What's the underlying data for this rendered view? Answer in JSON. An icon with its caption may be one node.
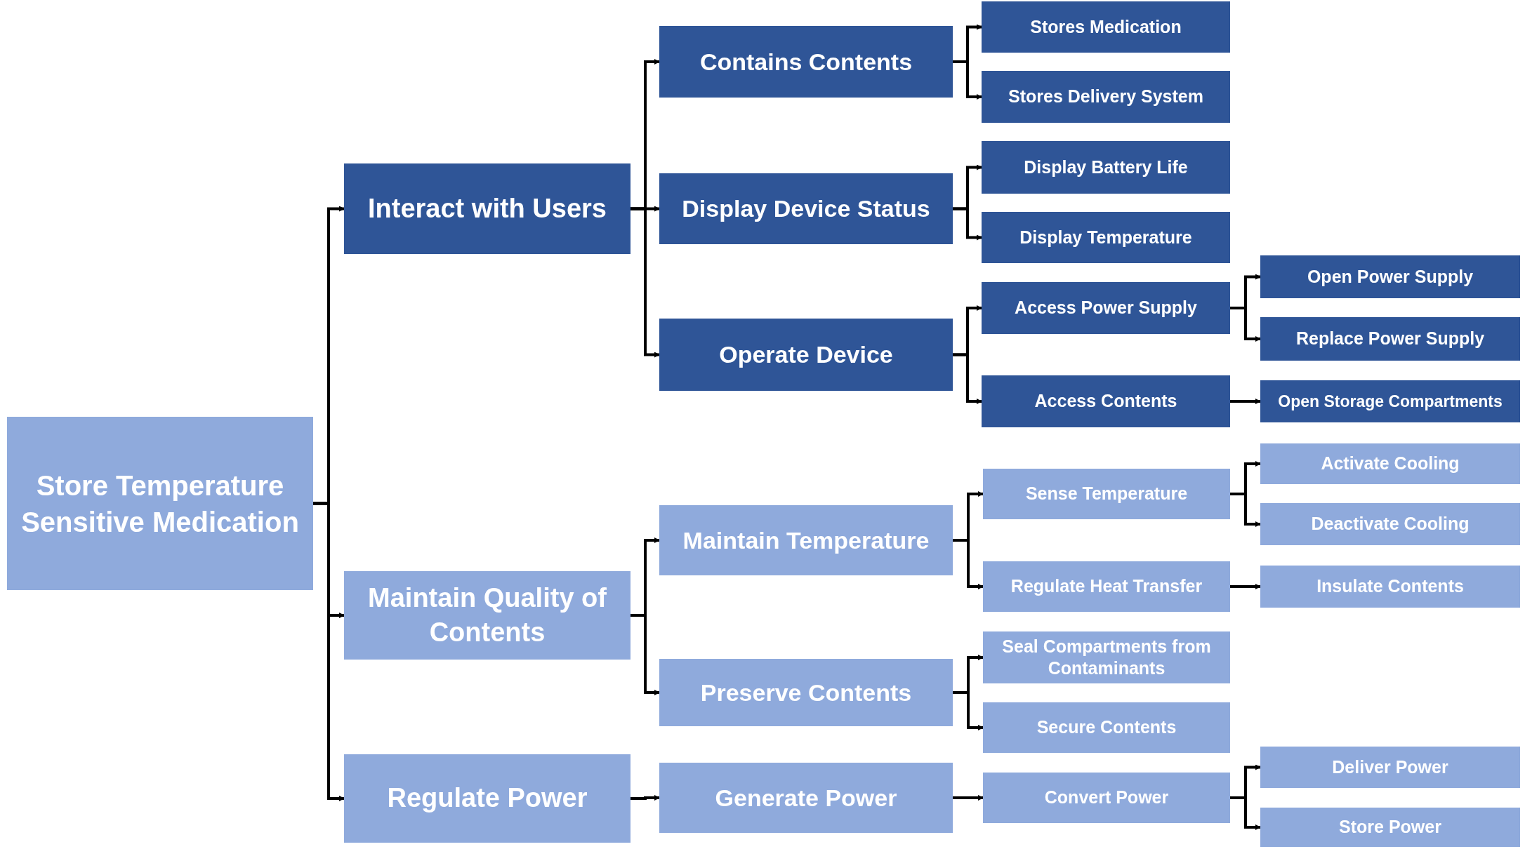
{
  "diagram": {
    "nodes": [
      {
        "text": [
          "Store Temperature Sensitive Medication"
        ]
      },
      {
        "text": [
          "Interact with Users"
        ]
      },
      {
        "text": [
          "Contains Contents"
        ]
      },
      {
        "text": [
          "Stores Medication"
        ]
      },
      {
        "text": [
          "Stores Delivery System"
        ]
      },
      {
        "text": [
          "Display Device Status"
        ]
      },
      {
        "text": [
          "Display Battery Life"
        ]
      },
      {
        "text": [
          "Display Temperature"
        ]
      },
      {
        "text": [
          "Operate Device"
        ]
      },
      {
        "text": [
          "Access Power Supply"
        ]
      },
      {
        "text": [
          "Open Power Supply"
        ]
      },
      {
        "text": [
          "Replace Power Supply"
        ]
      },
      {
        "text": [
          "Access Contents"
        ]
      },
      {
        "text": [
          "Open Storage Compartments"
        ]
      },
      {
        "text": [
          "Maintain Quality of Contents"
        ]
      },
      {
        "text": [
          "Maintain Temperature"
        ]
      },
      {
        "text": [
          "Sense Temperature"
        ]
      },
      {
        "text": [
          "Activate Cooling"
        ]
      },
      {
        "text": [
          "Deactivate Cooling"
        ]
      },
      {
        "text": [
          "Regulate Heat Transfer"
        ]
      },
      {
        "text": [
          "Insulate Contents"
        ]
      },
      {
        "text": [
          "Preserve Contents"
        ]
      },
      {
        "text": [
          "Seal Compartments from Contaminants"
        ]
      },
      {
        "text": [
          "Secure Contents"
        ]
      },
      {
        "text": [
          "Regulate Power"
        ]
      },
      {
        "text": [
          "Generate Power"
        ]
      },
      {
        "text": [
          "Convert Power"
        ]
      },
      {
        "text": [
          "Deliver Power"
        ]
      },
      {
        "text": [
          "Store Power"
        ]
      }
    ],
    "edges": [
      {
        "from": 0,
        "to": 1,
        "arrow": "to"
      },
      {
        "from": 0,
        "to": 14,
        "arrow": "to"
      },
      {
        "from": 0,
        "to": 24,
        "arrow": "to"
      },
      {
        "from": 1,
        "to": 2,
        "arrow": "to"
      },
      {
        "from": 1,
        "to": 5,
        "arrow": "to"
      },
      {
        "from": 1,
        "to": 8,
        "arrow": "to"
      },
      {
        "from": 2,
        "to": 3,
        "arrow": "to"
      },
      {
        "from": 2,
        "to": 4,
        "arrow": "to"
      },
      {
        "from": 5,
        "to": 6,
        "arrow": "to"
      },
      {
        "from": 5,
        "to": 7,
        "arrow": "to"
      },
      {
        "from": 8,
        "to": 9,
        "arrow": "to"
      },
      {
        "from": 8,
        "to": 12,
        "arrow": "to"
      },
      {
        "from": 9,
        "to": 10,
        "arrow": "to"
      },
      {
        "from": 9,
        "to": 11,
        "arrow": "to"
      },
      {
        "from": 12,
        "to": 13,
        "arrow": "to"
      },
      {
        "from": 14,
        "to": 15,
        "arrow": "to"
      },
      {
        "from": 14,
        "to": 21,
        "arrow": "to"
      },
      {
        "from": 15,
        "to": 16,
        "arrow": "to"
      },
      {
        "from": 15,
        "to": 19,
        "arrow": "to"
      },
      {
        "from": 16,
        "to": 17,
        "arrow": "to"
      },
      {
        "from": 16,
        "to": 18,
        "arrow": "to"
      },
      {
        "from": 19,
        "to": 20,
        "arrow": "to"
      },
      {
        "from": 21,
        "to": 22,
        "arrow": "to"
      },
      {
        "from": 21,
        "to": 23,
        "arrow": "to"
      },
      {
        "from": 24,
        "to": 25,
        "arrow": "to"
      },
      {
        "from": 25,
        "to": 26,
        "arrow": "to"
      },
      {
        "from": 26,
        "to": 27,
        "arrow": "to"
      },
      {
        "from": 26,
        "to": 28,
        "arrow": "to"
      }
    ]
  }
}
